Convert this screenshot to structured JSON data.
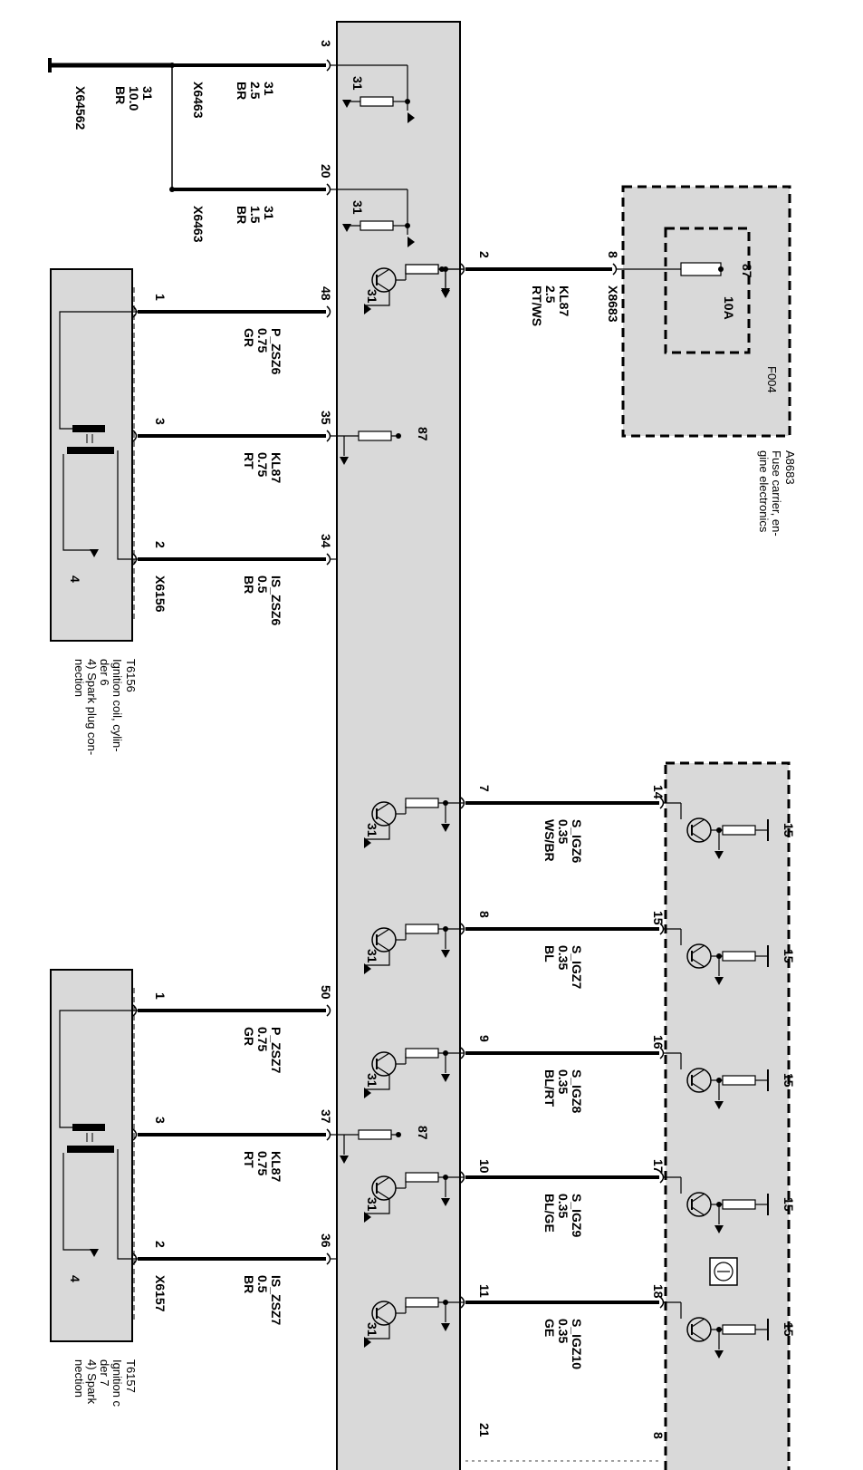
{
  "colors": {
    "background": "#ffffff",
    "module_fill": "#d9d9d9",
    "wire": "#000000"
  },
  "ground_wires": [
    {
      "pin": "3",
      "l1": "31",
      "l2": "2.5",
      "l3": "BR",
      "conn": "X6463"
    },
    {
      "pin": "20",
      "l1": "31",
      "l2": "1.5",
      "l3": "BR",
      "conn": "X6463"
    }
  ],
  "ground_main": {
    "l1": "31",
    "l2": "10.0",
    "l3": "BR",
    "conn": "X64562"
  },
  "internal_labels": {
    "ground": "31",
    "supply": "87",
    "vcc": "15"
  },
  "supply": {
    "pin_module": "2",
    "pin_fuse": "8",
    "wire_l1": "KL87",
    "wire_l2": "2.5",
    "wire_l3": "RT/WS",
    "conn": "X8683",
    "fuse_name": "F004",
    "fuse_rating": "10A",
    "fuse_terminal": "87",
    "carrier_id": "A8683",
    "carrier_desc": [
      "Fuse carrier, en-",
      "gine electronics"
    ]
  },
  "coils": [
    {
      "id": "T6156",
      "desc": [
        "Ignition coil, cylin-",
        "der 6",
        "4) Spark plug con-",
        "nection"
      ],
      "conn": "X6156",
      "inner_pin": "4",
      "wires": [
        {
          "module_pin": "48",
          "coil_pin": "1",
          "l1": "P_ZSZ6",
          "l2": "0.75",
          "l3": "GR"
        },
        {
          "module_pin": "35",
          "coil_pin": "3",
          "l1": "KL87",
          "l2": "0.75",
          "l3": "RT"
        },
        {
          "module_pin": "34",
          "coil_pin": "2",
          "l1": "IS_ZSZ6",
          "l2": "0.5",
          "l3": "BR"
        }
      ]
    },
    {
      "id": "T6157",
      "desc": [
        "Ignition c",
        "der 7",
        "4) Spark",
        "nection"
      ],
      "conn": "X6157",
      "inner_pin": "4",
      "wires": [
        {
          "module_pin": "50",
          "coil_pin": "1",
          "l1": "P_ZSZ7",
          "l2": "0.75",
          "l3": "GR"
        },
        {
          "module_pin": "37",
          "coil_pin": "3",
          "l1": "KL87",
          "l2": "0.75",
          "l3": "RT"
        },
        {
          "module_pin": "36",
          "coil_pin": "2",
          "l1": "IS_ZSZ7",
          "l2": "0.5",
          "l3": "BR"
        }
      ]
    }
  ],
  "signals": [
    {
      "left_pin": "7",
      "right_pin": "14",
      "l1": "S_IGZ6",
      "l2": "0.35",
      "l3": "WS/BR"
    },
    {
      "left_pin": "8",
      "right_pin": "15",
      "l1": "S_IGZ7",
      "l2": "0.35",
      "l3": "BL"
    },
    {
      "left_pin": "9",
      "right_pin": "16",
      "l1": "S_IGZ8",
      "l2": "0.35",
      "l3": "BL/RT"
    },
    {
      "left_pin": "10",
      "right_pin": "17",
      "l1": "S_IGZ9",
      "l2": "0.35",
      "l3": "BL/GE"
    },
    {
      "left_pin": "11",
      "right_pin": "18",
      "l1": "S_IGZ10",
      "l2": "0.35",
      "l3": "GE"
    }
  ],
  "bottom_pins": {
    "left": "21",
    "right": "8"
  }
}
